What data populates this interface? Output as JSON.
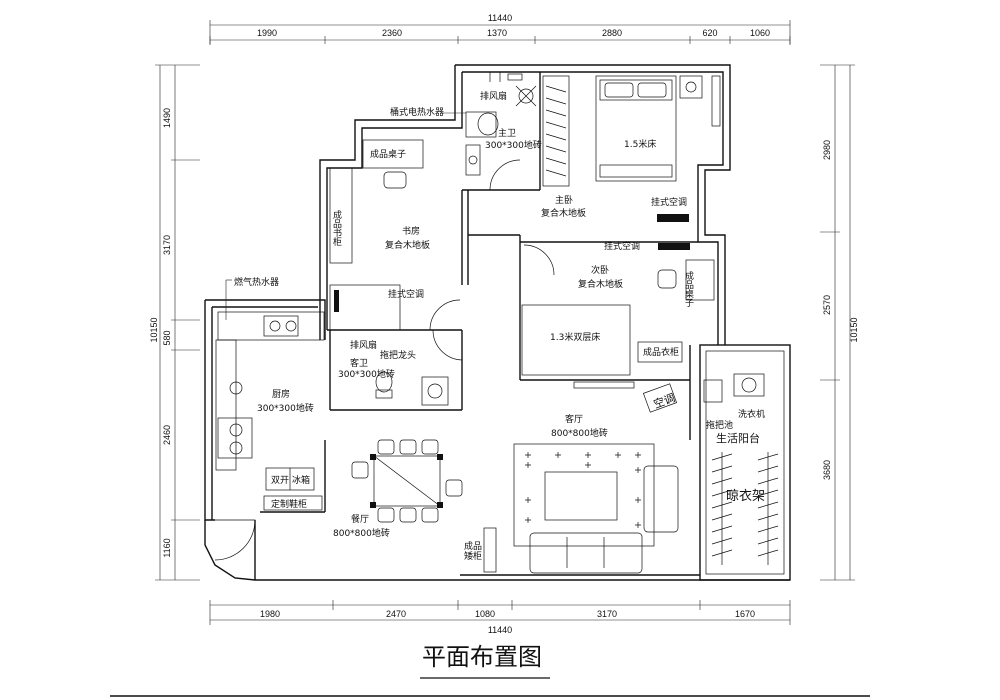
{
  "title": "平面布置图",
  "dimensions": {
    "top_total": "11440",
    "top_segments": [
      "1990",
      "2360",
      "1370",
      "2880",
      "620",
      "1060"
    ],
    "bottom_total": "11440",
    "bottom_segments": [
      "1980",
      "2470",
      "1080",
      "3170",
      "1670"
    ],
    "left_total": "10150",
    "left_segments": [
      "1490",
      "3170",
      "580",
      "2460",
      "1160"
    ],
    "right_total": "10150",
    "right_segments": [
      "2980",
      "2570",
      "3680"
    ]
  },
  "rooms": {
    "master_bath": {
      "name": "主卫",
      "floor": "300*300地砖"
    },
    "master_bed": {
      "name": "主卧",
      "floor": "复合木地板",
      "bed": "1.5米床"
    },
    "study": {
      "name": "书房",
      "floor": "复合木地板",
      "desk": "成品桌子",
      "bookcase": "成品书柜"
    },
    "second_bed": {
      "name": "次卧",
      "floor": "复合木地板",
      "bed": "1.3米双层床",
      "desk": "成品桌子",
      "wardrobe": "成品衣柜"
    },
    "guest_bath": {
      "name": "客卫",
      "floor": "300*300地砖"
    },
    "kitchen": {
      "name": "厨房",
      "floor": "300*300地砖"
    },
    "dining": {
      "name": "餐厅",
      "floor": "800*800地砖"
    },
    "living": {
      "name": "客厅",
      "floor": "800*800地砖"
    },
    "balcony": {
      "name": "生活阳台"
    }
  },
  "annotations": {
    "exhaust_fan_master": "排风扇",
    "water_heater_electric": "桶式电热水器",
    "ac_master": "挂式空调",
    "ac_second": "挂式空调",
    "ac_study": "挂式空调",
    "gas_heater": "燃气热水器",
    "exhaust_fan_guest": "排风扇",
    "mop_faucet": "拖把龙头",
    "ac_living": "空调",
    "washer": "洗衣机",
    "mop_pool": "拖把池",
    "drying_rack": "晾衣架",
    "fridge": "冰箱",
    "double_door": "双开",
    "shoe_cabinet": "定制鞋柜",
    "display_cabinet_1": "成品",
    "display_cabinet_2": "矮柜"
  }
}
